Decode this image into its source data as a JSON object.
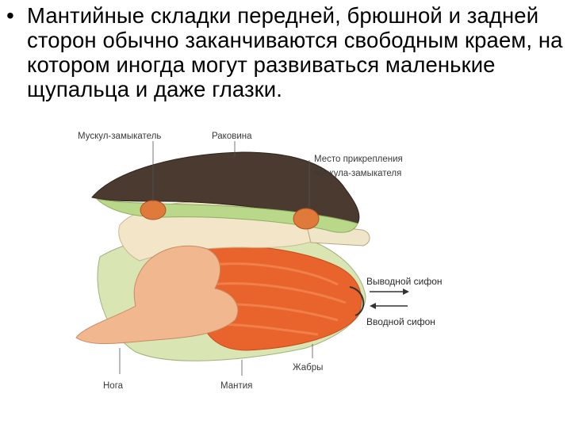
{
  "slide": {
    "bullet_symbol": "•",
    "bullet_text": "Мантийные складки передней, брюшной и задней сторон обычно заканчиваются свободным краем, на котором иногда могут развиваться маленькие щупальца и даже глазки."
  },
  "diagram": {
    "labels": {
      "adductor": "Мускул-замыкатель",
      "shell": "Раковина",
      "attachment_line1": "Место прикрепления",
      "attachment_line2": "мускула-замыкателя",
      "exhalant": "Выводной сифон",
      "inhalant": "Вводной сифон",
      "gills": "Жабры",
      "foot": "Нога",
      "mantle": "Мантия"
    },
    "colors": {
      "shell_outer": "#4a3a30",
      "shell_inner": "#b9d88a",
      "body": "#f3e6c8",
      "foot": "#f1b890",
      "gills": "#e8642c",
      "mantle": "#d9e6b4",
      "muscle": "#e07a3a"
    }
  }
}
